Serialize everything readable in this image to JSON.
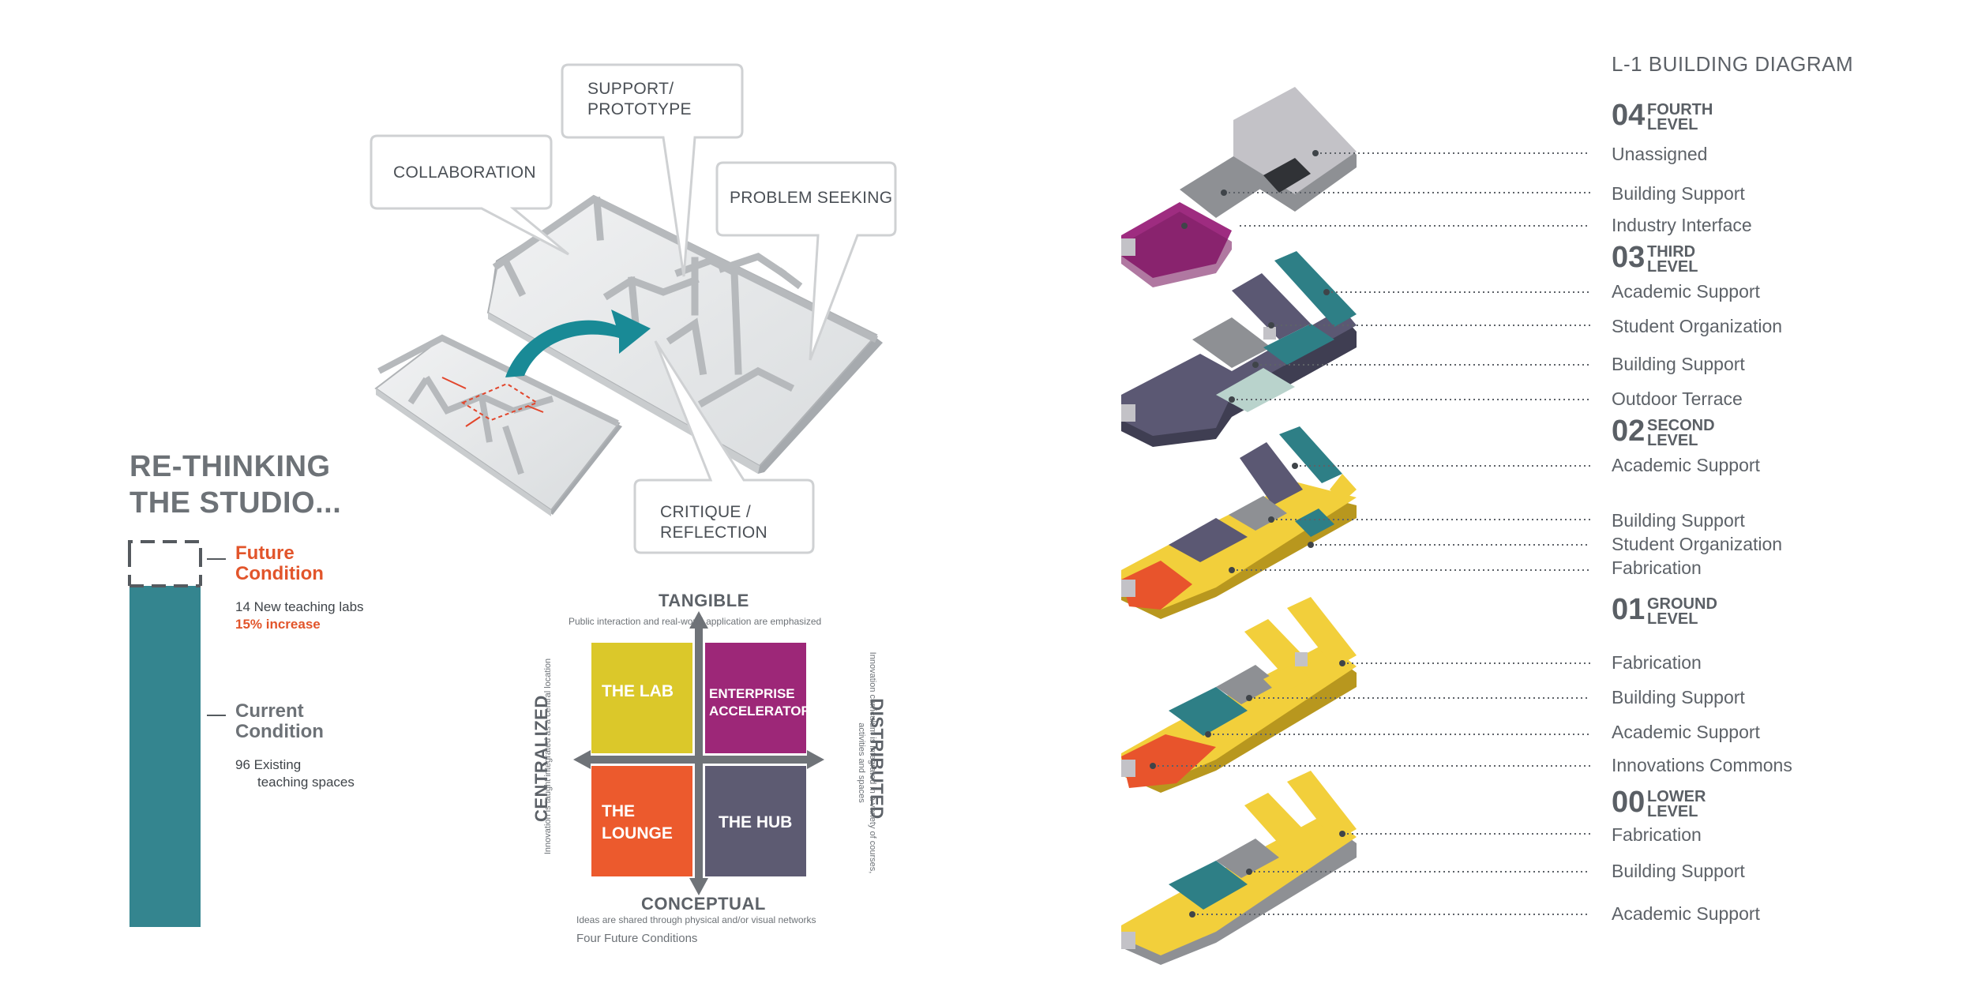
{
  "bubbles": {
    "collaboration": "COLLABORATION",
    "support_prototype_l1": "SUPPORT/",
    "support_prototype_l2": "PROTOTYPE",
    "problem_seeking": "PROBLEM SEEKING",
    "critique_l1": "CRITIQUE /",
    "critique_l2": "REFLECTION"
  },
  "rethinking": {
    "title_l1": "RE-THINKING",
    "title_l2": "THE STUDIO...",
    "future_l1": "Future",
    "future_l2": "Condition",
    "future_note": "14 New teaching labs",
    "future_increase": "15% increase",
    "current_l1": "Current",
    "current_l2": "Condition",
    "current_note_l1": "96 Existing",
    "current_note_l2": "teaching spaces",
    "bar_color": "#34858f",
    "accent_color": "#e2552b"
  },
  "matrix": {
    "tangible": "TANGIBLE",
    "tangible_sub": "Public interaction and real-world application are emphasized",
    "conceptual": "CONCEPTUAL",
    "conceptual_sub": "Ideas are shared through physical and/or visual networks",
    "centralized": "CENTRALIZED",
    "centralized_sub": "Innovation is taught integrated as a central location",
    "distributed": "DISTRIBUTED",
    "distributed_sub_l1": "Innovation curriculum is integrated in a variety of courses,",
    "distributed_sub_l2": "activities and spaces",
    "caption": "Four Future Conditions",
    "lab": "THE LAB",
    "enterprise_l1": "ENTERPRISE",
    "enterprise_l2": "ACCELERATOR",
    "lounge_l1": "THE",
    "lounge_l2": "LOUNGE",
    "hub": "THE HUB",
    "colors": {
      "lab": "#dbc82a",
      "enterprise": "#9d2778",
      "lounge": "#ec5a2d",
      "hub": "#5d5b72"
    }
  },
  "building": {
    "title": "L-1 BUILDING DIAGRAM",
    "levels": [
      {
        "num": "04",
        "name_l1": "FOURTH",
        "name_l2": "LEVEL",
        "spaces": [
          "Unassigned",
          "Building Support",
          "Industry Interface"
        ]
      },
      {
        "num": "03",
        "name_l1": "THIRD",
        "name_l2": "LEVEL",
        "spaces": [
          "Academic Support",
          "Student Organization",
          "Building Support",
          "Outdoor Terrace"
        ]
      },
      {
        "num": "02",
        "name_l1": "SECOND",
        "name_l2": "LEVEL",
        "spaces": [
          "Academic Support",
          "Building Support",
          "Student Organization",
          "Fabrication"
        ]
      },
      {
        "num": "01",
        "name_l1": "GROUND",
        "name_l2": "LEVEL",
        "spaces": [
          "Fabrication",
          "Building Support",
          "Academic Support",
          "Innovations Commons"
        ]
      },
      {
        "num": "00",
        "name_l1": "LOWER",
        "name_l2": "LEVEL",
        "spaces": [
          "Fabrication",
          "Building Support",
          "Academic Support"
        ]
      }
    ],
    "colors": {
      "teal": "#2e7f86",
      "purple": "#5b5873",
      "yellow": "#f2cf3b",
      "orange": "#e8542c",
      "magenta": "#9e2c80",
      "gray": "#8e9094",
      "lightgray": "#c3c2c7",
      "paleteal": "#b9d3cc"
    }
  }
}
